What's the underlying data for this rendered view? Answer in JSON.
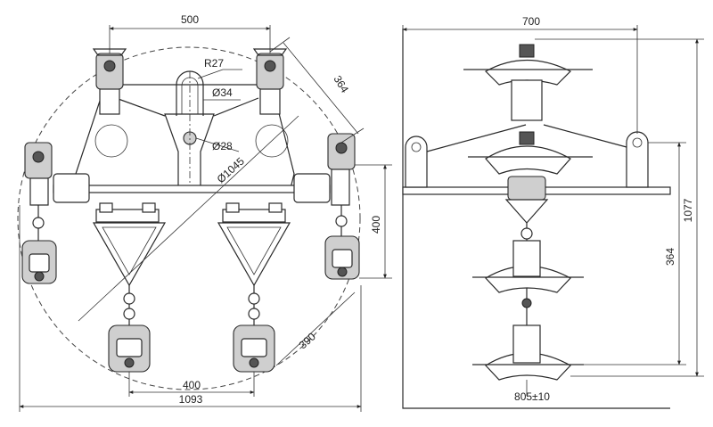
{
  "front_view": {
    "dim_top_spacing": "500",
    "dim_radius": "R27",
    "dim_pin_dia": "Ø34",
    "dim_hole_dia": "Ø28",
    "dim_circle_dia": "Ø1045",
    "dim_diagonal": "364",
    "dim_side_spacing": "400",
    "dim_arm": "390",
    "dim_bottom_spacing": "400",
    "dim_overall_width": "1093"
  },
  "side_view": {
    "dim_top_width": "700",
    "dim_overall_height": "1077",
    "dim_string": "364",
    "dim_bottom": "805±10"
  }
}
